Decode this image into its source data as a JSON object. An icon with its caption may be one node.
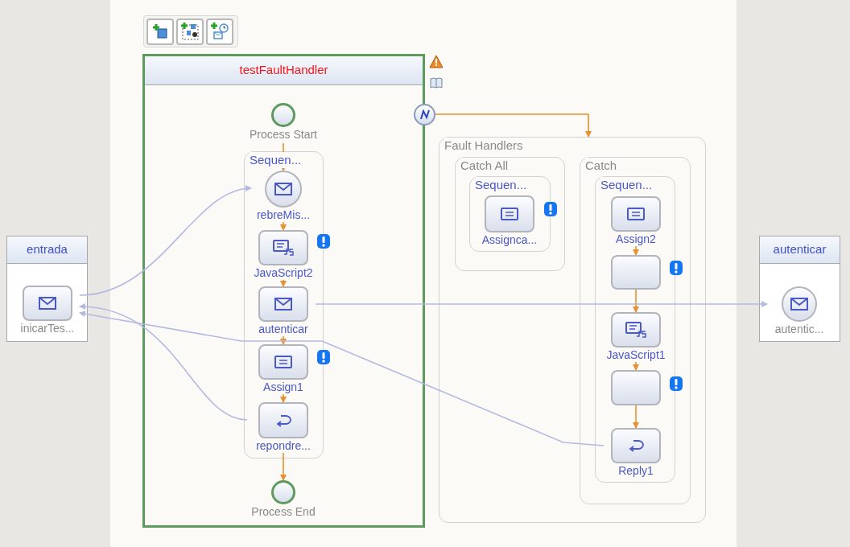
{
  "diagram": {
    "nodes": [
      {
        "text": [
          "entrada"
        ]
      },
      {
        "text": [
          "inicarTes..."
        ],
        "in": 0
      },
      {
        "text": [
          "testFaultHandler"
        ]
      },
      {
        "text": [
          "Process Start"
        ],
        "in": 2
      },
      {
        "text": [
          "Sequen..."
        ],
        "in": 2
      },
      {
        "text": [
          "rebreMis..."
        ],
        "in": 4
      },
      {
        "text": [
          "JavaScript2"
        ],
        "in": 4
      },
      {
        "text": [
          "autenticar"
        ],
        "in": 4
      },
      {
        "text": [
          "Assign1"
        ],
        "in": 4
      },
      {
        "text": [
          "repondre..."
        ],
        "in": 4
      },
      {
        "text": [
          "Process End"
        ],
        "in": 2
      },
      {
        "text": [
          "Fault Handlers"
        ]
      },
      {
        "text": [
          "Catch All"
        ],
        "in": 11
      },
      {
        "text": [
          "Sequen..."
        ],
        "in": 12
      },
      {
        "text": [
          "Assignca..."
        ],
        "in": 13
      },
      {
        "text": [
          "Catch"
        ],
        "in": 11
      },
      {
        "text": [
          "Sequen..."
        ],
        "in": 15
      },
      {
        "text": [
          "Assign2"
        ],
        "in": 16
      },
      {
        "text": [],
        "shape": "box",
        "in": 16
      },
      {
        "text": [
          "JavaScript1"
        ],
        "in": 16
      },
      {
        "text": [],
        "shape": "box",
        "in": 16
      },
      {
        "text": [
          "Reply1"
        ],
        "in": 16
      },
      {
        "text": [
          "autenticar"
        ]
      },
      {
        "text": [
          "autentic..."
        ],
        "in": 22
      },
      {
        "text": [],
        "shape": "circle"
      }
    ],
    "edges": [
      {
        "from": 3,
        "to": 5,
        "arrow": "to"
      },
      {
        "from": 5,
        "to": 6,
        "arrow": "to"
      },
      {
        "from": 6,
        "to": 7,
        "arrow": "to"
      },
      {
        "from": 7,
        "to": 8,
        "arrow": "to"
      },
      {
        "from": 8,
        "to": 9,
        "arrow": "to"
      },
      {
        "from": 9,
        "to": 10,
        "arrow": "to"
      },
      {
        "from": 24,
        "to": 11,
        "arrow": "to"
      },
      {
        "from": 17,
        "to": 18,
        "arrow": "to"
      },
      {
        "from": 18,
        "to": 19,
        "arrow": "to"
      },
      {
        "from": 19,
        "to": 20,
        "arrow": "to"
      },
      {
        "from": 20,
        "to": 21,
        "arrow": "to"
      },
      {
        "from": 1,
        "to": 5,
        "arrow": "to",
        "color": "#b4b8e2"
      },
      {
        "from": 7,
        "to": 23,
        "arrow": "to",
        "color": "#b4b8e2"
      },
      {
        "from": 9,
        "to": 1,
        "arrow": "to",
        "color": "#b4b8e2"
      },
      {
        "from": 21,
        "to": 1,
        "arrow": "to",
        "color": "#b4b8e2"
      }
    ]
  }
}
